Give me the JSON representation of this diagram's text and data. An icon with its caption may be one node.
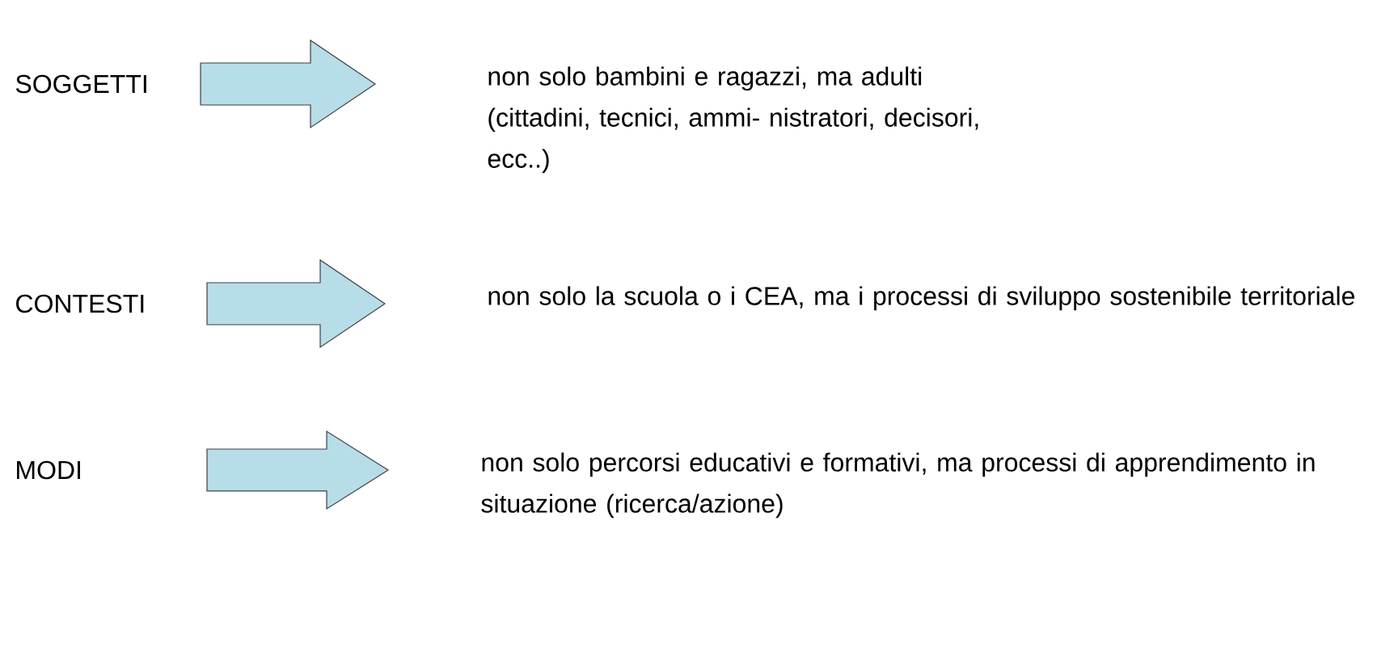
{
  "diagram": {
    "nodes": [
      {
        "text": [
          "SOGGETTI"
        ]
      },
      {
        "text": [
          "non solo bambini e ragazzi, ma adulti (cittadini, tecnici, ammi- nistratori, decisori, ecc..)"
        ]
      },
      {
        "text": [
          "CONTESTI"
        ]
      },
      {
        "text": [
          "non solo la scuola o i CEA, ma i processi di sviluppo sostenibile territoriale"
        ]
      },
      {
        "text": [
          "MODI"
        ]
      },
      {
        "text": [
          "non solo percorsi educativi e formativi, ma processi di apprendimento in situazione (ricerca/azione)"
        ]
      }
    ],
    "edges": [
      {
        "from": 0,
        "to": 1,
        "arrow": "to"
      },
      {
        "from": 2,
        "to": 3,
        "arrow": "to"
      },
      {
        "from": 4,
        "to": 5,
        "arrow": "to"
      }
    ]
  }
}
